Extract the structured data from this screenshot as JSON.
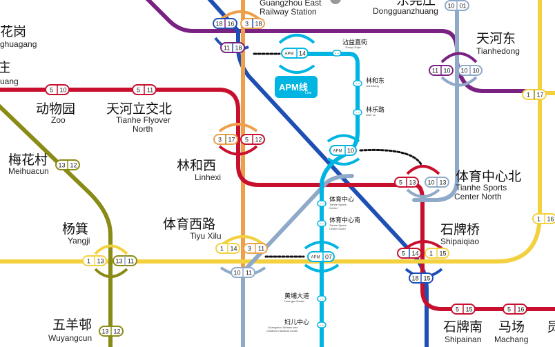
{
  "colors": {
    "line1": "#f3d03e",
    "line3": "#ee9f4a",
    "line5": "#c8102e",
    "line6": "#7a2282",
    "line10": "#8fa9c8",
    "line11": "#8fa9c8",
    "line13": "#8a8a16",
    "line14": "#8fa9c8",
    "line16": "#f3d03e",
    "line17": "#8a8a16",
    "line18": "#1e4fb4",
    "apm": "#00b5e2"
  },
  "stations": {
    "guangzhou_east": {
      "zh": "Guangzhou East",
      "en": "Railway Station"
    },
    "dongguanzhuang": {
      "zh": "东莞庄",
      "en": "Dongguanzhuang"
    },
    "huaguang": {
      "zh": "花岗",
      "en": "ghuagang"
    },
    "zhuang": {
      "zh": "庄",
      "en": "uang"
    },
    "zoo": {
      "zh": "动物园",
      "en": "Zoo"
    },
    "tianhe_flyover": {
      "zh": "天河立交北",
      "en1": "Tianhe Flyover",
      "en2": "North"
    },
    "tianhedong": {
      "zh": "天河东",
      "en": "Tianhedong"
    },
    "meihuacun": {
      "zh": "梅花村",
      "en": "Meihuacun"
    },
    "linhexi": {
      "zh": "林和西",
      "en": "Linhexi"
    },
    "tianhe_sports_north": {
      "zh": "体育中心北",
      "en1": "Tianhe Sports",
      "en2": "Center North"
    },
    "yangji": {
      "zh": "杨箕",
      "en": "Yangji"
    },
    "tiyu_xilu": {
      "zh": "体育西路",
      "en": "Tiyu Xilu"
    },
    "shipaiqiao": {
      "zh": "石牌桥",
      "en": "Shipaiqiao"
    },
    "wuyangcun": {
      "zh": "五羊邨",
      "en": "Wuyangcun"
    },
    "shipainan": {
      "zh": "石牌南",
      "en": "Shipainan"
    },
    "machang": {
      "zh": "马场",
      "en": "Machang"
    },
    "edge": {
      "zh": "员"
    }
  },
  "apm": {
    "logo": "APM线",
    "logo_sub": "Line",
    "prefix": "APM",
    "stations": {
      "zhanyi": {
        "zh": "沾益直街",
        "en": "Zhanyi Zhijie"
      },
      "linhedong": {
        "zh": "林和东",
        "en": "Linhedong"
      },
      "linlelu": {
        "zh": "林乐路",
        "en": "Linle Lu"
      },
      "sports_center": {
        "zh": "体育中心",
        "en1": "Tianhe Sports",
        "en2": "Center"
      },
      "sports_south": {
        "zh": "体育中心南",
        "en1": "Tianhe Sports",
        "en2": "Center South"
      },
      "huangpu": {
        "zh": "黄埔大道",
        "en": "Huangpu Dadao"
      },
      "women_children": {
        "zh": "妇儿中心",
        "en1": "Guangzhou Women and",
        "en2": "Children's Medical Center"
      }
    },
    "codes": {
      "c14": "14",
      "c10": "10",
      "c07": "07",
      "dash": "-"
    }
  },
  "codes": {
    "gz_east_a": "18",
    "gz_east_b": "16",
    "gz_east_c": "3",
    "gz_east_d": "18",
    "gz_east_e": "11",
    "gz_east_f": "18",
    "dongguanzhuang_a": "10",
    "dongguanzhuang_b": "01",
    "zoo_a": "5",
    "zoo_b": "10",
    "flyover_a": "5",
    "flyover_b": "11",
    "tianhedong_a": "11",
    "tianhedong_b": "10",
    "right_a": "1",
    "right_b": "17",
    "right_c": "1",
    "right_d": "16",
    "linhexi_a": "3",
    "linhexi_b": "17",
    "linhexi_c": "5",
    "linhexi_d": "12",
    "meihuacun_a": "13",
    "meihuacun_b": "12",
    "sports_north_a": "5",
    "sports_north_b": "13",
    "sports_north_c": "10",
    "sports_north_d": "13",
    "yangji_a": "1",
    "yangji_b": "13",
    "yangji_c": "13",
    "yangji_d": "11",
    "tiyu_a": "1",
    "tiyu_b": "14",
    "tiyu_c": "3",
    "tiyu_d": "11",
    "tiyu_e": "10",
    "tiyu_f": "11",
    "shipaiqiao_a": "5",
    "shipaiqiao_b": "14",
    "shipaiqiao_c": "1",
    "shipaiqiao_d": "15",
    "shipaiqiao_e": "18",
    "shipaiqiao_f": "15",
    "wuyangcun_a": "13",
    "wuyangcun_b": "12",
    "shipainan_a": "5",
    "shipainan_b": "15",
    "machang_a": "5",
    "machang_b": "16"
  }
}
